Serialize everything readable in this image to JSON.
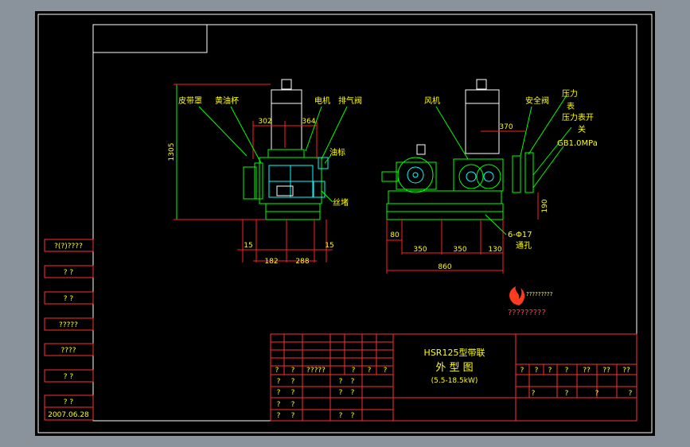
{
  "colors": {
    "viewport_bg": "#8a939b",
    "sheet_bg": "#000000",
    "border": "#ffffff",
    "table_lines": "#ff3030",
    "drawing": "#00ff00",
    "dimension": "#ff2020",
    "labels": "#ffff00",
    "parts": "#00ffff",
    "motor": "#ffffff"
  },
  "labels": {
    "belt_cover": "皮带罩",
    "grease_cup": "黄油杯",
    "motor": "电机",
    "exhaust": "排气阀",
    "oil_mark": "油标",
    "oil_drain": "丝堵",
    "fan": "风机",
    "safety_valve": "安全阀",
    "pressure_gauge_1": "压力",
    "pressure_gauge_2": "表",
    "gauge_switch_1": "压力表开",
    "gauge_switch_2": "关",
    "gauge_spec": "GB1.0MPa",
    "bolt_holes_1": "6-Φ17",
    "bolt_holes_2": "通孔"
  },
  "dimensions": {
    "height": "1305",
    "d302": "302",
    "d364": "364",
    "d15_left": "15",
    "d15_right": "15",
    "d182": "182",
    "d288": "288",
    "d370": "370",
    "d190": "190",
    "d80": "80",
    "d350a": "350",
    "d350b": "350",
    "d130": "130",
    "d860": "860"
  },
  "logo_text": "?????????",
  "logo_subtext": "?????????",
  "left_column": [
    "?(?)????",
    "?  ?",
    "?  ?",
    "?????",
    "????",
    "?  ?",
    "?  ?",
    "2007.06.28"
  ],
  "title_block": {
    "title_line1": "HSR125型带联",
    "title_line2": "外 型 图",
    "title_line3": "(5.5-18.5kW)",
    "header_row": [
      "?",
      "?",
      "?????",
      "?",
      "?",
      "?"
    ],
    "left_rows": [
      [
        "?",
        "?",
        "?",
        "?"
      ],
      [
        "?",
        "?",
        "",
        ""
      ],
      [
        "?",
        "?",
        "?",
        "?"
      ],
      [
        "?",
        "?",
        "",
        ""
      ],
      [
        "?",
        "?",
        "?",
        "?"
      ]
    ],
    "right_row1": [
      "?",
      "?",
      "?",
      "?",
      "??",
      "??",
      "??"
    ],
    "right_row2": [
      "?",
      "?",
      "?",
      "?"
    ]
  }
}
